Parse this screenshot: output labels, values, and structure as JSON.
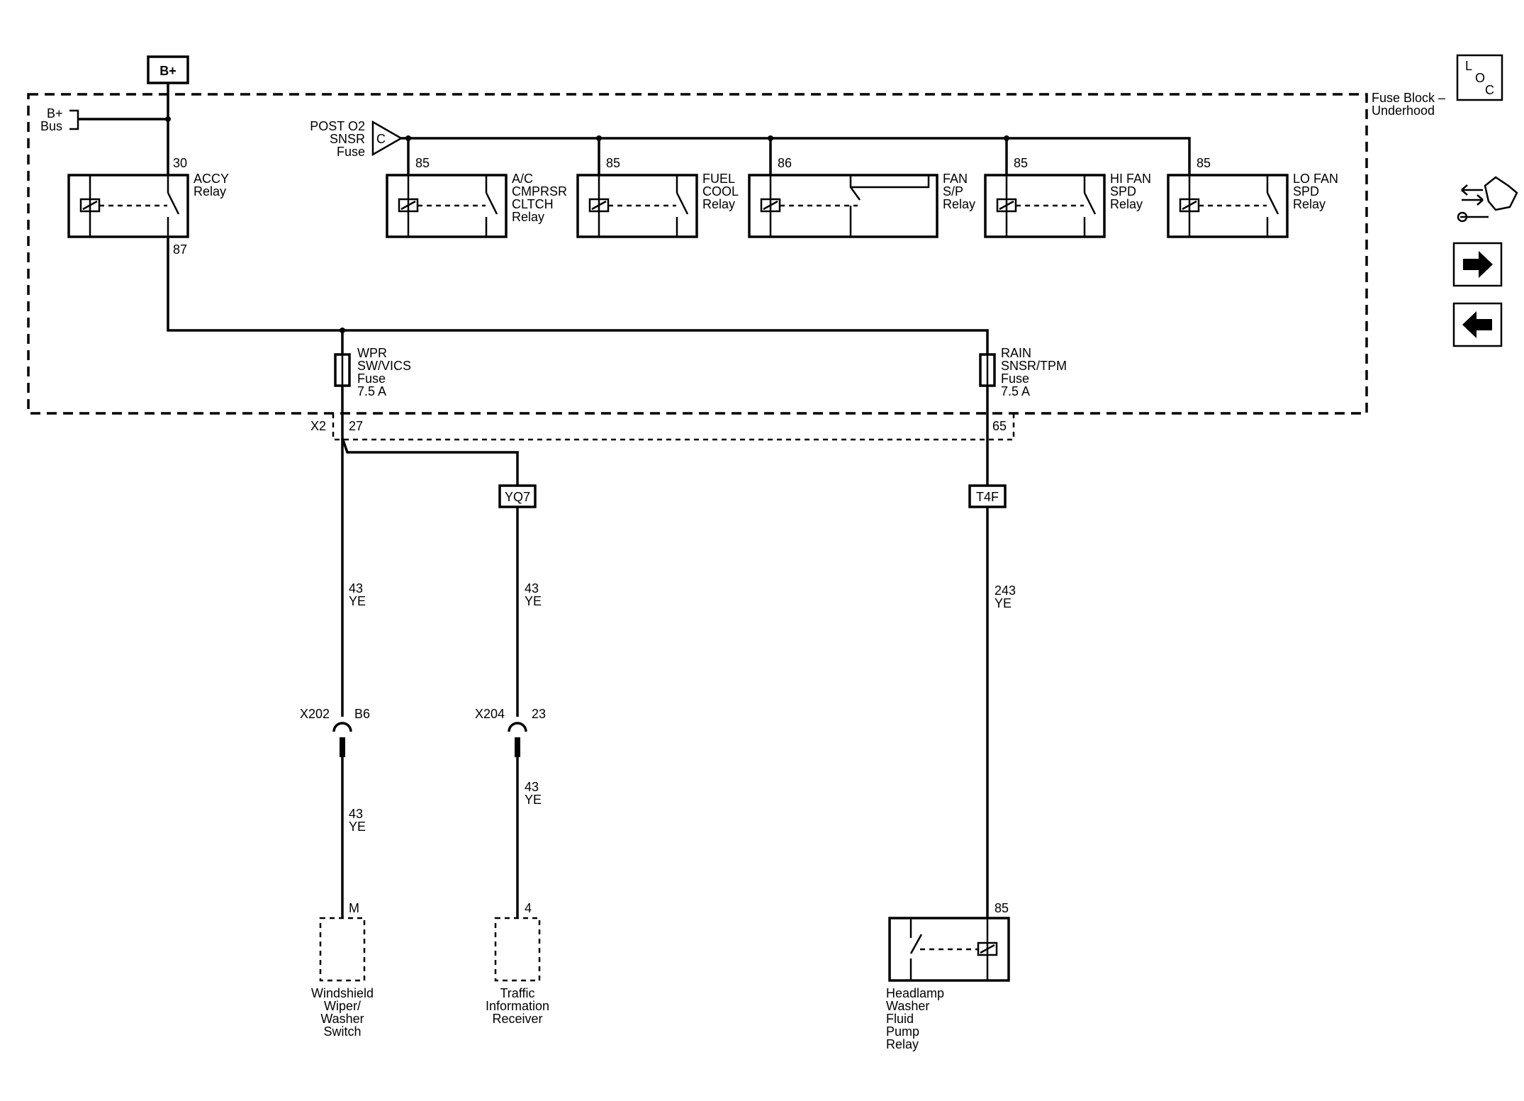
{
  "supply": {
    "bplus": "B+",
    "bus_l1": "B+",
    "bus_l2": "Bus"
  },
  "fuse_block": {
    "l1": "Fuse Block –",
    "l2": "Underhood"
  },
  "loc_button": {
    "l": "L",
    "o": "O",
    "c": "C"
  },
  "accy_relay": {
    "l1": "ACCY",
    "l2": "Relay",
    "pin_in": "30",
    "pin_out": "87"
  },
  "post_o2": {
    "l1": "POST O2",
    "l2": "SNSR",
    "l3": "Fuse",
    "connector": "C"
  },
  "relays": [
    {
      "pin": "85",
      "l1": "A/C",
      "l2": "CMPRSR",
      "l3": "CLTCH",
      "l4": "Relay"
    },
    {
      "pin": "85",
      "l1": "FUEL",
      "l2": "COOL",
      "l3": "Relay"
    },
    {
      "pin": "86",
      "l1": "FAN",
      "l2": "S/P",
      "l3": "Relay"
    },
    {
      "pin": "85",
      "l1": "HI FAN",
      "l2": "SPD",
      "l3": "Relay"
    },
    {
      "pin": "85",
      "l1": "LO FAN",
      "l2": "SPD",
      "l3": "Relay"
    }
  ],
  "fuse_wpr": {
    "l1": "WPR",
    "l2": "SW/VICS",
    "l3": "Fuse",
    "l4": "7.5 A"
  },
  "fuse_rain": {
    "l1": "RAIN",
    "l2": "SNSR/TPM",
    "l3": "Fuse",
    "l4": "7.5 A"
  },
  "connector_x2": {
    "name": "X2",
    "pin_wpr": "27",
    "pin_rain": "65"
  },
  "splices": {
    "yq7": "YQ7",
    "t4f": "T4F"
  },
  "wires": {
    "wpr_upper": {
      "circuit": "43",
      "color": "YE"
    },
    "tir_upper": {
      "circuit": "43",
      "color": "YE"
    },
    "rain": {
      "circuit": "243",
      "color": "YE"
    },
    "wpr_lower": {
      "circuit": "43",
      "color": "YE"
    },
    "tir_lower": {
      "circuit": "43",
      "color": "YE"
    }
  },
  "inline_connectors": [
    {
      "name": "X202",
      "pin": "B6"
    },
    {
      "name": "X204",
      "pin": "23"
    }
  ],
  "components": {
    "wiper_switch": {
      "pin": "M",
      "l1": "Windshield",
      "l2": "Wiper/",
      "l3": "Washer",
      "l4": "Switch"
    },
    "traffic_receiver": {
      "pin": "4",
      "l1": "Traffic",
      "l2": "Information",
      "l3": "Receiver"
    },
    "headlamp_relay": {
      "pin": "85",
      "l1": "Headlamp",
      "l2": "Washer",
      "l3": "Fluid",
      "l4": "Pump",
      "l5": "Relay"
    }
  },
  "nav_icons": [
    "wrench-car-icon",
    "arrow-right-icon",
    "arrow-left-icon"
  ]
}
